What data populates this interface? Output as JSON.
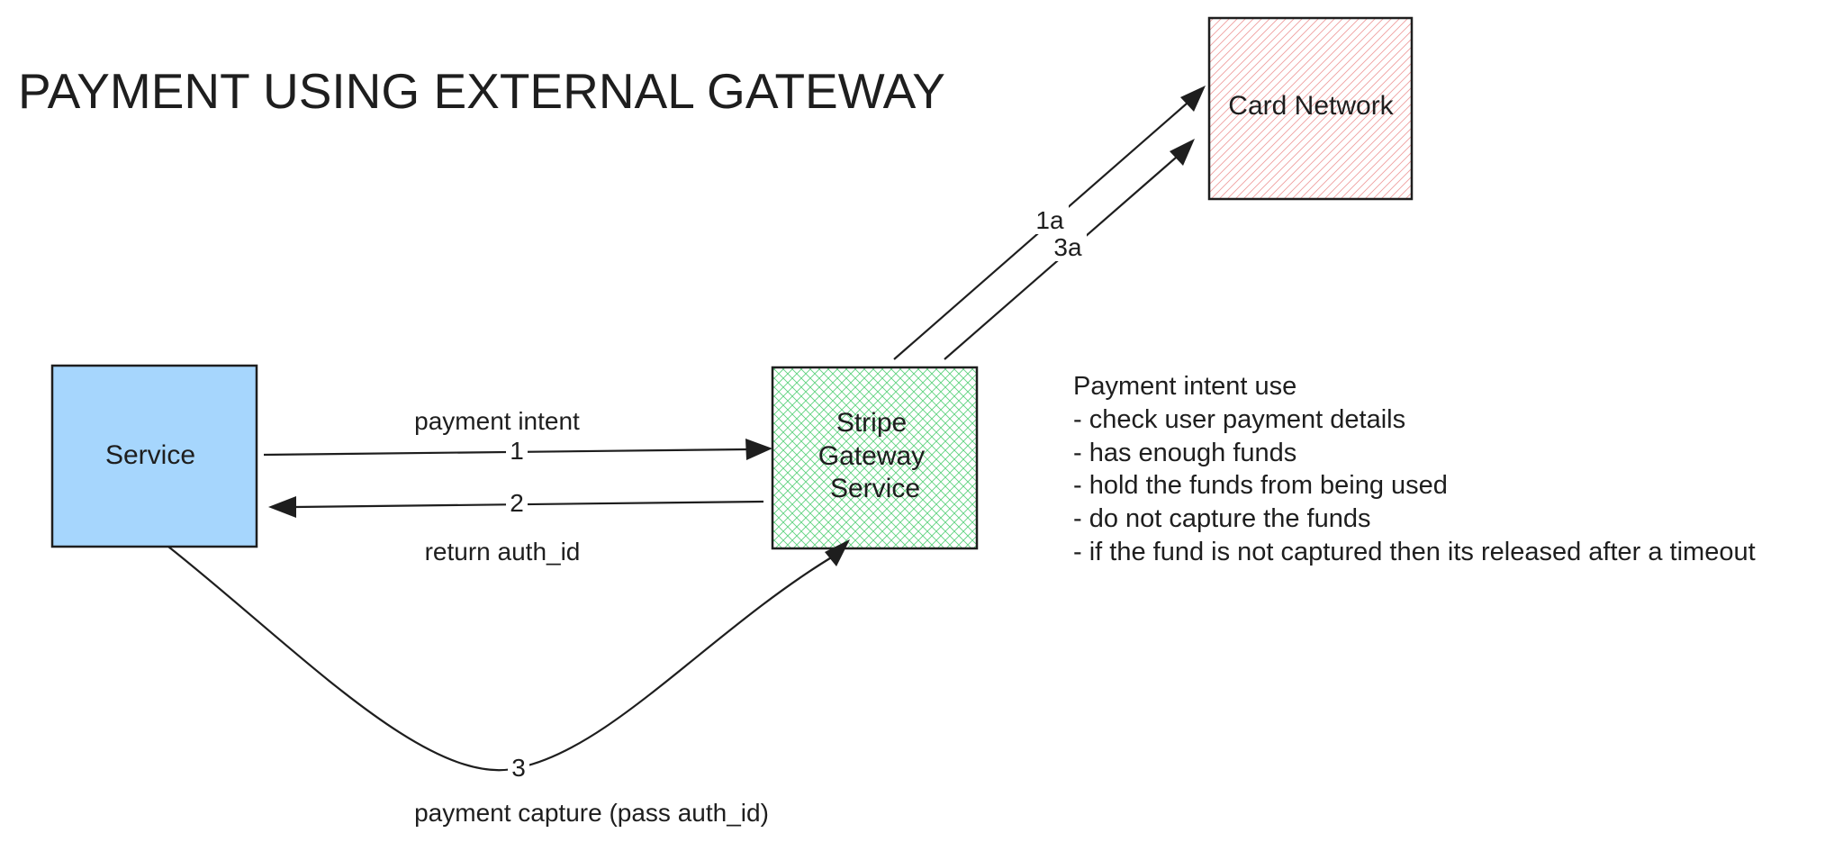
{
  "title": "PAYMENT USING EXTERNAL GATEWAY",
  "colors": {
    "service_fill": "#a6d6fd",
    "gateway_hatch": "#5fd37f",
    "network_hatch": "#ef9f9f",
    "stroke": "#1e1e1e"
  },
  "nodes": {
    "service": {
      "label": "Service"
    },
    "gateway": {
      "lines": [
        "Stripe",
        "Gateway",
        "Service"
      ]
    },
    "network": {
      "label": "Card Network"
    }
  },
  "edges": {
    "payment_intent": {
      "label": "payment intent",
      "step": "1"
    },
    "return_auth": {
      "label": "return auth_id",
      "step": "2"
    },
    "payment_capture": {
      "label": "payment capture (pass auth_id)",
      "step": "3"
    },
    "to_network_1a": {
      "step": "1a"
    },
    "to_network_3a": {
      "step": "3a"
    }
  },
  "notes": {
    "heading": "Payment intent use",
    "items": [
      "- check user payment details",
      "- has enough funds",
      "- hold the funds from being used",
      "- do not capture the funds",
      "- if the fund is not captured then its released after a timeout"
    ]
  }
}
